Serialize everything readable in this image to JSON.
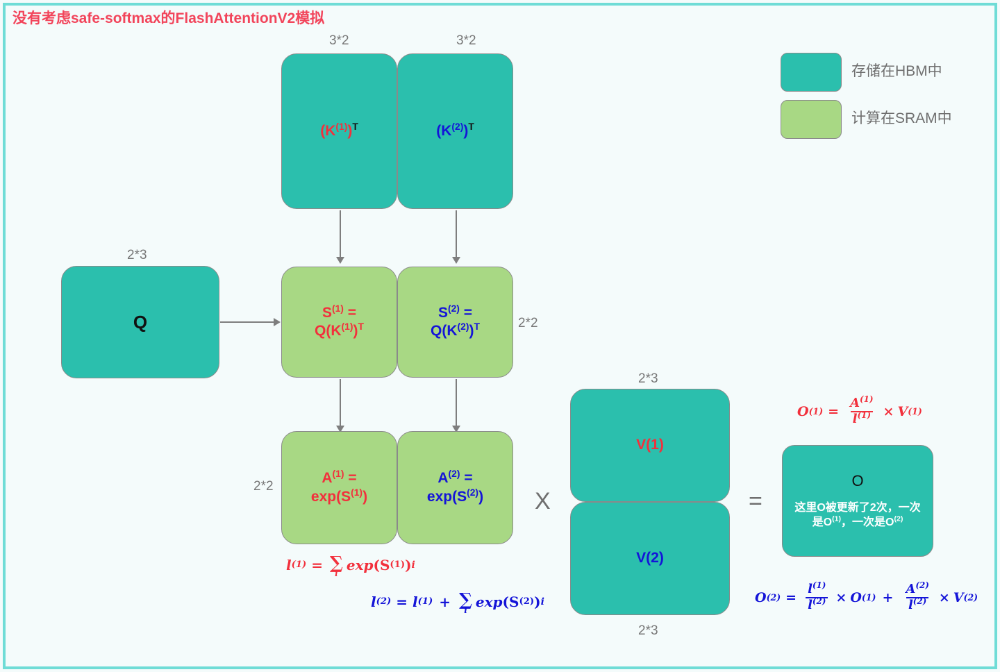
{
  "title": "没有考虑safe-softmax的FlashAttentionV2模拟",
  "colors": {
    "hbm": "#2bbfad",
    "sram": "#a8d884",
    "frame": "#6fdcd6",
    "background": "#f4fbfb",
    "title": "#f2455b",
    "red": "#f2303c",
    "blue": "#1414d8",
    "label_gray": "#777777",
    "arrow_gray": "#7e7e7e"
  },
  "legend": {
    "items": [
      {
        "swatch": "hbm",
        "label": "存储在HBM中"
      },
      {
        "swatch": "sram",
        "label": "计算在SRAM中"
      }
    ]
  },
  "boxes": {
    "k1": {
      "label_html": "(K<sup>(1)</sup>)<sup class=\"black\">T</sup>",
      "dim": "3*2",
      "store": "HBM",
      "color": "red"
    },
    "k2": {
      "label_html": "(K<sup>(2)</sup>)<sup class=\"black\">T</sup>",
      "dim": "3*2",
      "store": "HBM",
      "color": "blue"
    },
    "q": {
      "label_html": "Q",
      "dim": "2*3",
      "store": "HBM",
      "color": "black"
    },
    "s1": {
      "label_html": "S<sup>(1)</sup> =<br>Q(K<sup>(1)</sup>)<sup>T</sup>",
      "dim": "",
      "store": "SRAM",
      "color": "red"
    },
    "s2": {
      "label_html": "S<sup>(2)</sup> =<br>Q(K<sup>(2)</sup>)<sup>T</sup>",
      "dim": "2*2",
      "store": "SRAM",
      "color": "blue"
    },
    "a1": {
      "label_html": "A<sup>(1)</sup> =<br>exp(S<sup>(1)</sup>)",
      "dim": "2*2",
      "store": "SRAM",
      "color": "red"
    },
    "a2": {
      "label_html": "A<sup>(2)</sup> =<br>exp(S<sup>(2)</sup>)",
      "dim": "",
      "store": "SRAM",
      "color": "blue"
    },
    "v1": {
      "label_html": "V(1)",
      "dim": "2*3",
      "store": "HBM",
      "color": "red"
    },
    "v2": {
      "label_html": "V(2)",
      "dim": "2*3",
      "store": "HBM",
      "color": "blue"
    },
    "o": {
      "label_html": "O",
      "note": "这里O被更新了2次，一次是O<sup>(1)</sup>，一次是O<sup>(2)</sup>",
      "store": "HBM",
      "color": "black"
    }
  },
  "dims": {
    "k1": "3*2",
    "k2": "3*2",
    "q": "2*3",
    "s_right": "2*2",
    "a_left": "2*2",
    "v1_top": "2*3",
    "v2_bottom": "2*3"
  },
  "operators": {
    "times": "X",
    "equals": "="
  },
  "formulas": {
    "l1": "l^(1) = Σ_i exp(S^(1))_i",
    "l2": "l^(2) = l^(1) + Σ_i exp(S^(2))_i",
    "o1": "O^(1) = A^(1) / l^(1) × V^(1)",
    "o2": "O^(2) = l^(1)/l^(2) × O^(1) + A^(2)/l^(2) × V^(2)",
    "tokens": {
      "l": "l",
      "O": "O",
      "A": "A",
      "V": "V",
      "S": "S",
      "exp": "exp",
      "sigma": "∑",
      "i": "i",
      "eq": "=",
      "plus": "+",
      "mult": "×",
      "sup1": "(1)",
      "sup2": "(2)"
    }
  }
}
